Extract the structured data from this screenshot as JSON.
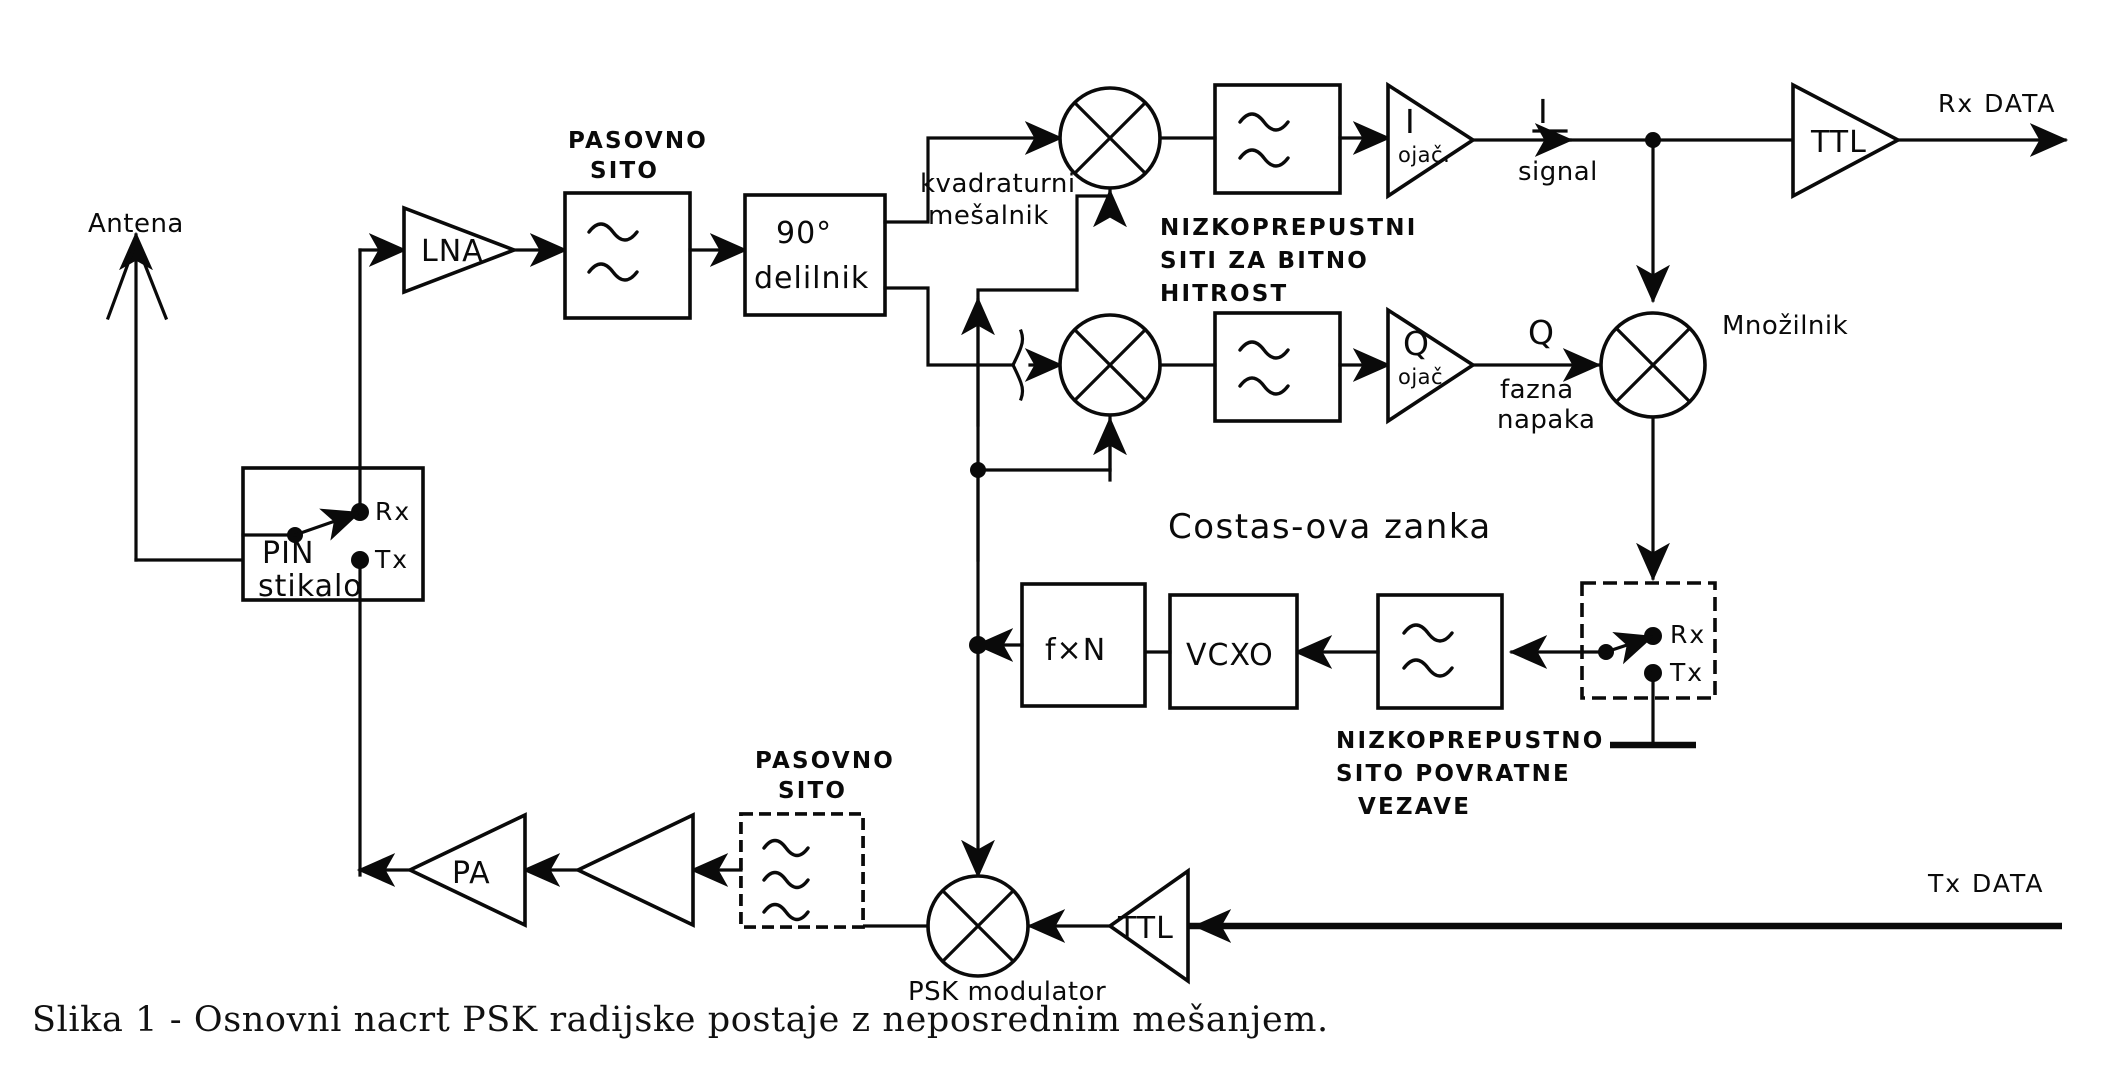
{
  "figure": {
    "caption": "Slika 1 - Osnovni nacrt PSK radijske postaje z neposrednim mešanjem.",
    "language": "Slovenian",
    "kind": "block-diagram"
  },
  "io_labels": {
    "antenna": "Antena",
    "rx_data": "Rx DATA",
    "tx_data": "Tx DATA"
  },
  "blocks": {
    "lna": "LNA",
    "bandpass_rx_line1": "PASOVNO",
    "bandpass_rx_line2": "SITO",
    "divider_line1": "90°",
    "divider_line2": "delilnik",
    "i_amp_line1": "I",
    "i_amp_line2": "ojač.",
    "q_amp_line1": "Q",
    "q_amp_line2": "ojač.",
    "ttl_rx": "TTL",
    "ttl_tx": "TTL",
    "fxn": "f×N",
    "vcxo": "VCXO",
    "pa": "PA",
    "bandpass_tx_line1": "PASOVNO",
    "bandpass_tx_line2": "SITO"
  },
  "annotations": {
    "quad_mixer_line1": "kvadraturni",
    "quad_mixer_line2": "mešalnik",
    "lowpass_bitrate_line1": "NIZKOPREPUSTNI",
    "lowpass_bitrate_line2": "SITI ZA BITNO",
    "lowpass_bitrate_line3": "HITROST",
    "i_signal_top": "I",
    "i_signal_bottom": "signal",
    "q_signal_top": "Q",
    "q_signal_line1": "fazna",
    "q_signal_line2": "napaka",
    "multiplier": "Množilnik",
    "costas_loop": "Costas-ova  zanka",
    "lowpass_feedback_line1": "NIZKOPREPUSTNO",
    "lowpass_feedback_line2": "SITO POVRATNE",
    "lowpass_feedback_line3": "VEZAVE",
    "psk_modulator": "PSK modulator"
  },
  "switches": {
    "pin_switch": {
      "label_line1": "PIN",
      "label_line2": "stikalo",
      "contact_rx": "Rx",
      "contact_tx": "Tx",
      "selected": "Rx"
    },
    "loop_switch": {
      "contact_rx": "Rx",
      "contact_tx": "Tx",
      "selected": "Rx"
    }
  },
  "colors": {
    "ink": "#0a0a0a",
    "paper": "#ffffff"
  }
}
